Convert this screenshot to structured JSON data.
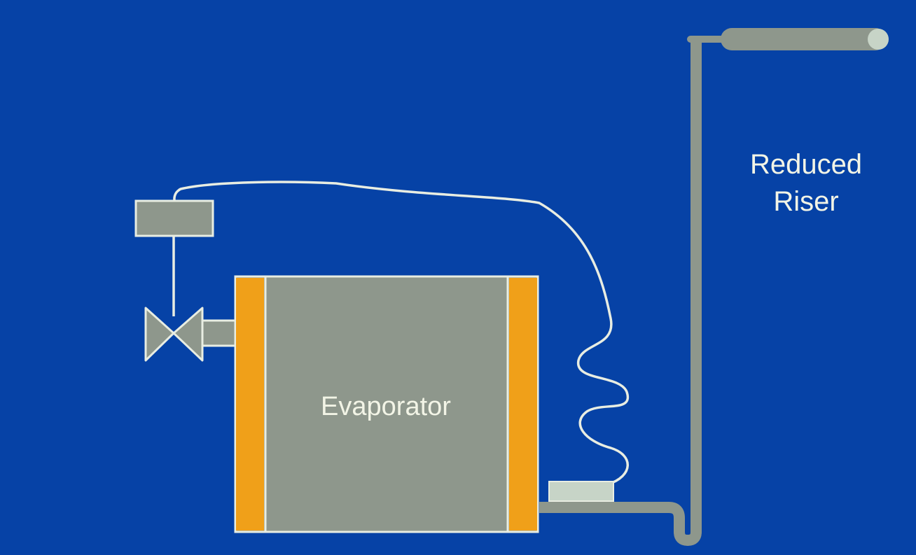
{
  "diagram": {
    "evaporator_label": "Evaporator",
    "riser_label_line1": "Reduced",
    "riser_label_line2": "Riser"
  },
  "colors": {
    "background": "#0642a6",
    "component_gray": "#8e978c",
    "outline_white": "#e8ede2",
    "header_orange": "#f0a019",
    "bulb_light": "#c7d4c7",
    "label_text": "#f2f4e6"
  }
}
